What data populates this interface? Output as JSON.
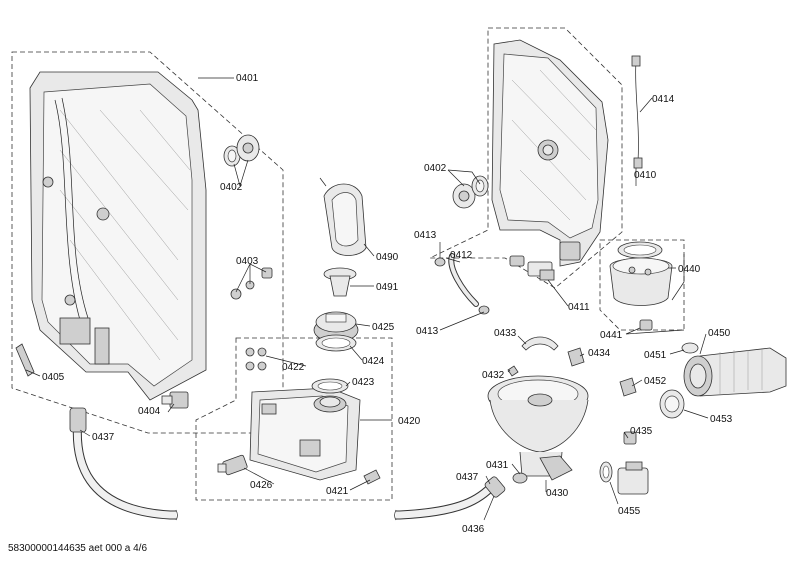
{
  "diagram": {
    "labels": {
      "l0401": "0401",
      "l0402a": "0402",
      "l0402b": "0402",
      "l0403": "0403",
      "l0404": "0404",
      "l0405": "0405",
      "l0410": "0410",
      "l0411": "0411",
      "l0412": "0412",
      "l0413a": "0413",
      "l0413b": "0413",
      "l0414": "0414",
      "l0420": "0420",
      "l0421": "0421",
      "l0422": "0422",
      "l0423": "0423",
      "l0424": "0424",
      "l0425": "0425",
      "l0426": "0426",
      "l0430": "0430",
      "l0431": "0431",
      "l0432": "0432",
      "l0433": "0433",
      "l0434": "0434",
      "l0435": "0435",
      "l0436": "0436",
      "l0437a": "0437",
      "l0437b": "0437",
      "l0440": "0440",
      "l0441": "0441",
      "l0450": "0450",
      "l0451": "0451",
      "l0452": "0452",
      "l0453": "0453",
      "l0455": "0455",
      "l0490": "0490",
      "l0491": "0491"
    },
    "footer": "58300000144635 aet 000 a 4/6"
  }
}
